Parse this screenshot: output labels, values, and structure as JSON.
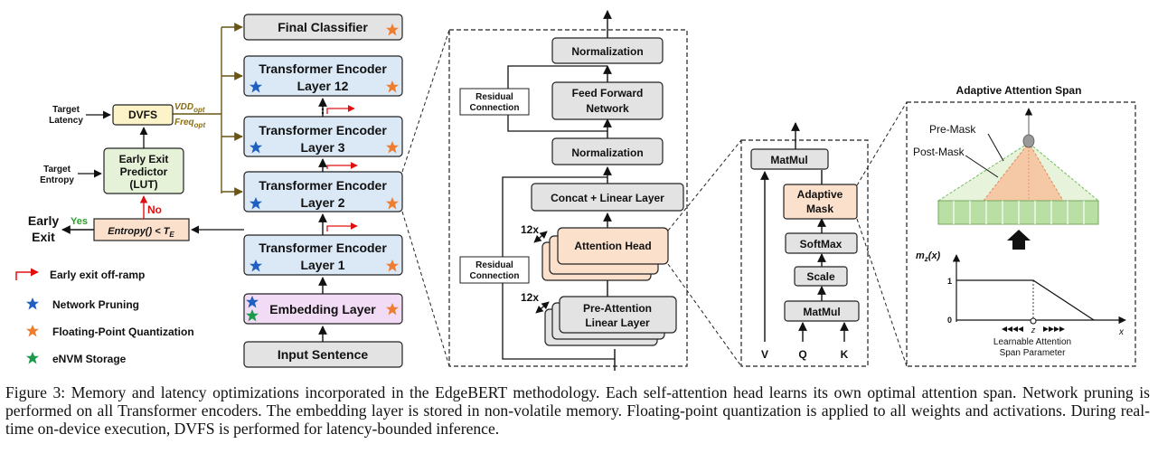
{
  "left": {
    "final_classifier": "Final Classifier",
    "encoder_12": [
      "Transformer Encoder",
      "Layer 12"
    ],
    "encoder_3": [
      "Transformer Encoder",
      "Layer 3"
    ],
    "encoder_2": [
      "Transformer Encoder",
      "Layer 2"
    ],
    "encoder_1": [
      "Transformer Encoder",
      "Layer 1"
    ],
    "embedding": "Embedding Layer",
    "input": "Input Sentence",
    "target_latency": [
      "Target",
      "Latency"
    ],
    "dvfs": "DVFS",
    "vdd_opt": "VDD",
    "vdd_sub": "opt",
    "freq_opt": "Freq",
    "freq_sub": "opt",
    "target_entropy": [
      "Target",
      "Entropy"
    ],
    "predictor": [
      "Early Exit",
      "Predictor",
      "(LUT)"
    ],
    "no": "No",
    "yes": "Yes",
    "early_exit": [
      "Early",
      "Exit"
    ],
    "entropy_cond": "Entropy() < T",
    "entropy_sub": "E"
  },
  "legend": {
    "offramp": "Early exit off-ramp",
    "pruning": "Network  Pruning",
    "quant": "Floating-Point Quantization",
    "envm": "eNVM Storage"
  },
  "encoder_detail": {
    "norm_top": "Normalization",
    "ffn": [
      "Feed Forward",
      "Network"
    ],
    "residual_top": [
      "Residual",
      "Connection"
    ],
    "norm_mid": "Normalization",
    "concat": "Concat + Linear Layer",
    "heads_count": "12x",
    "attention_head": "Attention Head",
    "residual_bottom": [
      "Residual",
      "Connection"
    ],
    "pre_count": "12x",
    "pre_attention": [
      "Pre-Attention",
      "Linear Layer"
    ]
  },
  "attention_detail": {
    "matmul_top": "MatMul",
    "adaptive_mask": [
      "Adaptive",
      "Mask"
    ],
    "softmax": "SoftMax",
    "scale": "Scale",
    "matmul_bottom": "MatMul",
    "v": "V",
    "q": "Q",
    "k": "K"
  },
  "span_detail": {
    "title": "Adaptive Attention Span",
    "pre_mask": "Pre-Mask",
    "post_mask": "Post-Mask",
    "y_label": "m",
    "y_sub": "z",
    "y_arg": "(x)",
    "tick_1": "1",
    "tick_0": "0",
    "z_label": "z",
    "x_label": "x",
    "param": [
      "Learnable Attention",
      "Span Parameter"
    ]
  },
  "colors": {
    "blue_star": "#1f5fbf",
    "orange_star": "#ee7d30",
    "green_star": "#1a9a4a",
    "encoder_fill": "#dbe8f6",
    "gray_fill": "#e3e3e3",
    "peach_fill": "#fbe0cc",
    "green_fill": "#e6f2d8",
    "yellow_fill": "#fdf3c8",
    "pink_fill": "#f2dcf5",
    "red": "#e01010",
    "yes_green": "#2ca02c",
    "dvfs_text": "#8a6d10"
  },
  "caption": "Figure 3: Memory and latency optimizations incorporated in the EdgeBERT methodology. Each self-attention head learns its own optimal attention span. Network pruning is performed on all Transformer encoders. The embedding layer is stored in non-volatile memory. Floating-point quantization is applied to all weights and activations. During real-time on-device execution, DVFS is performed for latency-bounded inference."
}
